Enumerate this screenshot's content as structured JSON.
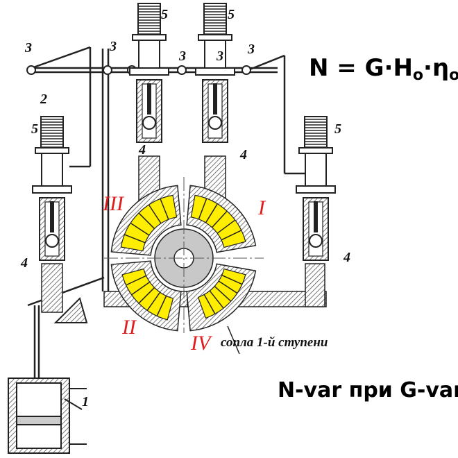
{
  "formula": {
    "N": "N",
    "eq": " = ",
    "G": "G·H",
    "Hsub": "o",
    "dot": "·η",
    "etasub": "oi"
  },
  "caption": "N-var при G-var",
  "nozzle_note": "сопла 1-й ступени",
  "nozzle_groups": [
    "I",
    "II",
    "III",
    "IV"
  ],
  "part_labels": {
    "servomotor": "1",
    "lever": "2",
    "hinge": "3",
    "valve": "4",
    "spring": "5"
  },
  "colors": {
    "nozzle": "#ffee00",
    "rotor": "#c8c8c8",
    "group_label": "#e01b1b"
  }
}
